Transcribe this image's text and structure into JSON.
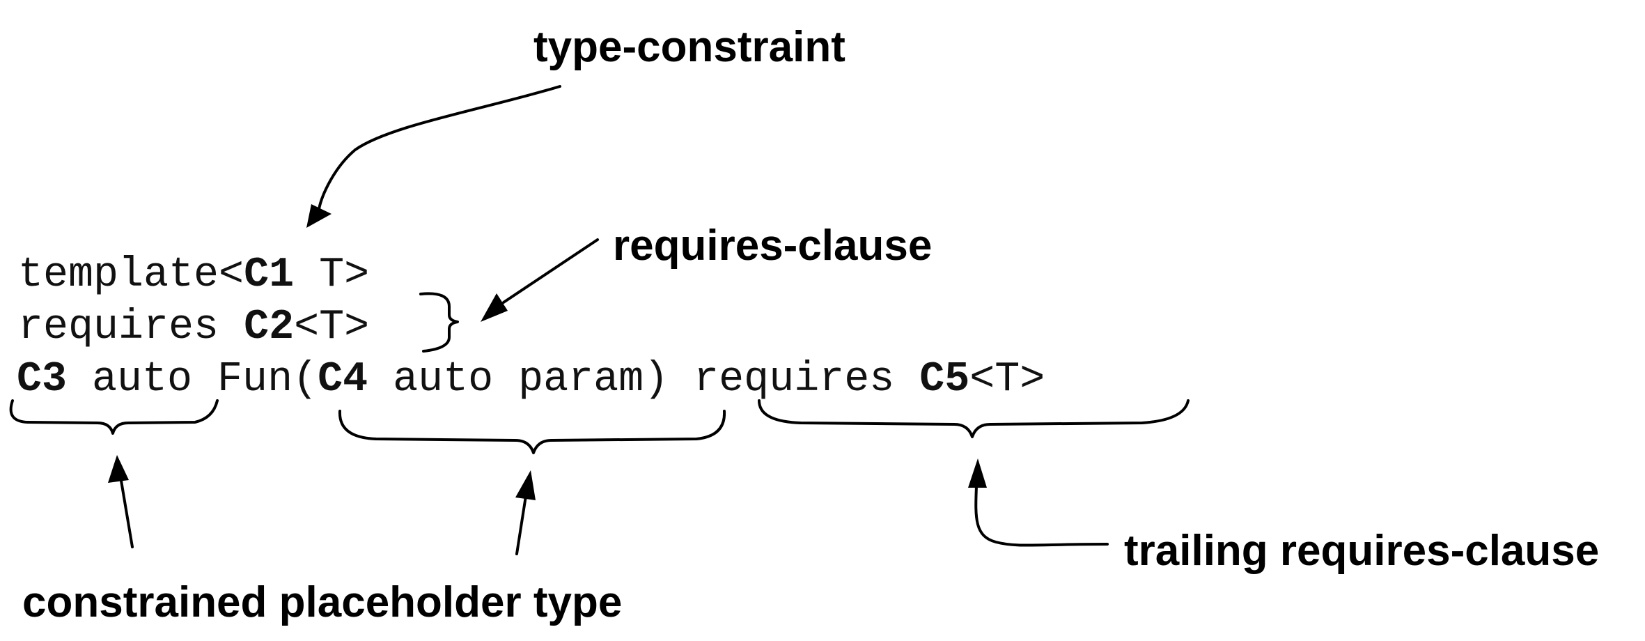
{
  "code": {
    "line1": {
      "prefix": "template<",
      "keyword": "C1",
      "suffix": " T>"
    },
    "line2": {
      "prefix": "requires ",
      "keyword": "C2",
      "suffix": "<T>"
    },
    "line3": {
      "kw1": "C3",
      "text1": " auto Fun(",
      "kw2": "C4",
      "text2": " auto param) requires ",
      "kw3": "C5",
      "text3": "<T>"
    }
  },
  "labels": {
    "type_constraint": "type-constraint",
    "requires_clause": "requires-clause",
    "constrained_placeholder": "constrained placeholder type",
    "trailing_requires": "trailing requires-clause"
  },
  "colors": {
    "ink": "#000000",
    "background": "#ffffff"
  }
}
